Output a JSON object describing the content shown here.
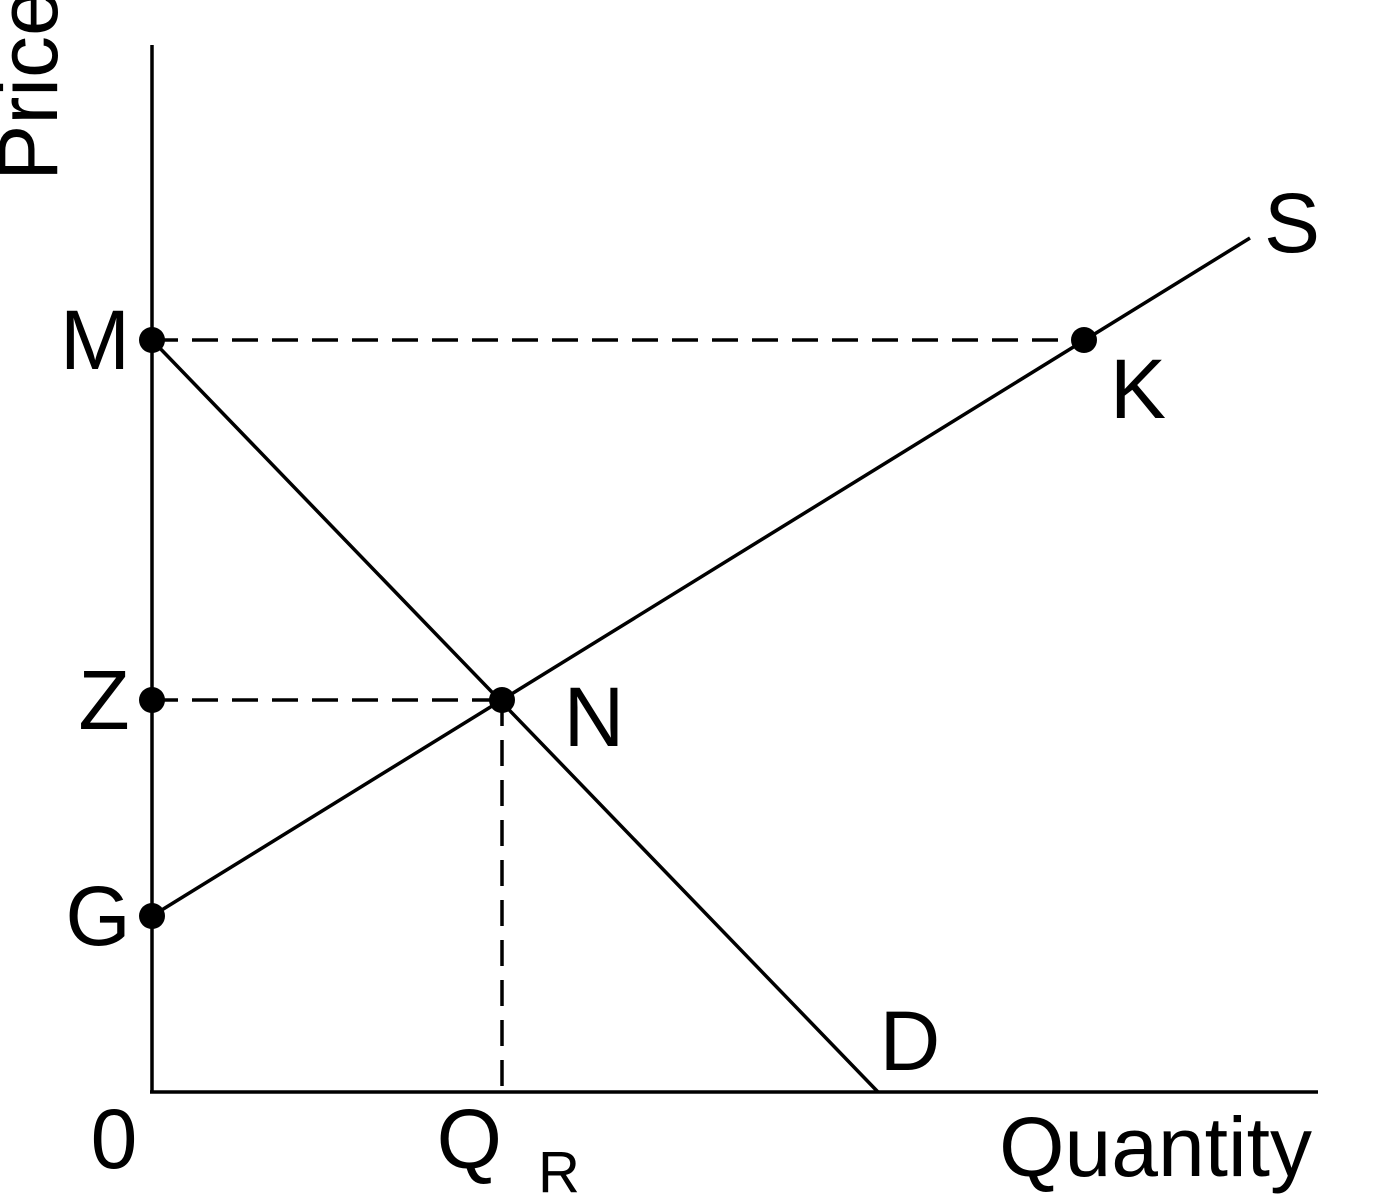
{
  "axes": {
    "y_label": "Price",
    "x_label": "Quantity",
    "origin_label": "0"
  },
  "curves": {
    "supply_label": "S",
    "demand_label": "D"
  },
  "price_labels": {
    "m": "M",
    "z": "Z",
    "g": "G"
  },
  "point_labels": {
    "k": "K",
    "n": "N"
  },
  "quantity_label": {
    "main": "Q",
    "subscript": "R"
  },
  "colors": {
    "ink": "#000000",
    "background": "#ffffff"
  }
}
